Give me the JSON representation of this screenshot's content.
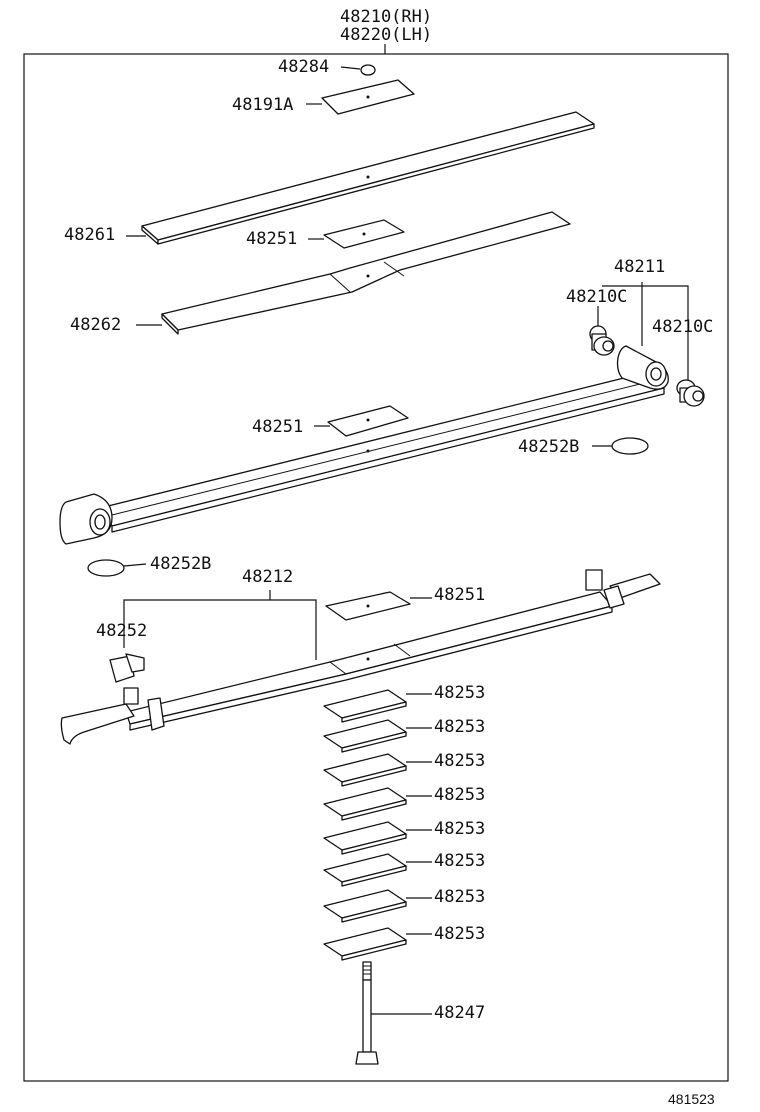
{
  "header": {
    "rh": "48210(RH)",
    "lh": "48220(LH)"
  },
  "labels": {
    "p48284": "48284",
    "p48191A": "48191A",
    "p48261": "48261",
    "p48251a": "48251",
    "p48262": "48262",
    "p48211": "48211",
    "p48210Ca": "48210C",
    "p48210Cb": "48210C",
    "p48251b": "48251",
    "p48252Ba": "48252B",
    "p48252Bb": "48252B",
    "p48212": "48212",
    "p48252": "48252",
    "p48251c": "48251",
    "p48253_1": "48253",
    "p48253_2": "48253",
    "p48253_3": "48253",
    "p48253_4": "48253",
    "p48253_5": "48253",
    "p48253_6": "48253",
    "p48253_7": "48253",
    "p48253_8": "48253",
    "p48247": "48247"
  },
  "diagram_code": "481523"
}
